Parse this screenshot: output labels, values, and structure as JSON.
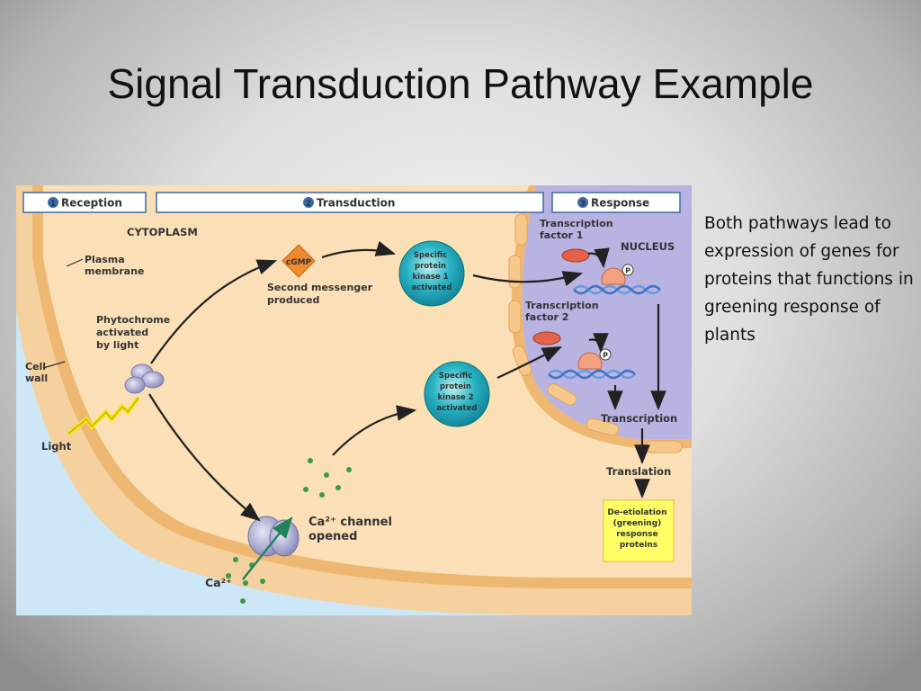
{
  "slide": {
    "title": "Signal Transduction Pathway Example",
    "side_text": "Both pathways lead to expression of genes for proteins that functions in greening response of plants"
  },
  "diagram": {
    "stages": {
      "reception": "Reception",
      "transduction": "Transduction",
      "response": "Response",
      "reception_num": "1",
      "transduction_num": "2",
      "response_num": "3"
    },
    "labels": {
      "cytoplasm": "CYTOPLASM",
      "nucleus": "NUCLEUS",
      "plasma_membrane": [
        "Plasma",
        "membrane"
      ],
      "cell_wall": [
        "Cell",
        "wall"
      ],
      "phytochrome": [
        "Phytochrome",
        "activated",
        "by light"
      ],
      "light": "Light",
      "cgmp": "cGMP",
      "second_messenger": [
        "Second messenger",
        "produced"
      ],
      "kinase1": [
        "Specific",
        "protein",
        "kinase 1",
        "activated"
      ],
      "kinase2": [
        "Specific",
        "protein",
        "kinase 2",
        "activated"
      ],
      "tf1": [
        "Transcription",
        "factor 1"
      ],
      "tf2": [
        "Transcription",
        "factor 2"
      ],
      "p_marker": "P",
      "transcription": "Transcription",
      "translation": "Translation",
      "ca_channel": [
        "Ca²⁺ channel",
        "opened"
      ],
      "ca_ion": "Ca²⁺",
      "proteins": [
        "De-etiolation",
        "(greening)",
        "response",
        "proteins"
      ]
    },
    "colors": {
      "cytoplasm": "#fbe0b7",
      "membrane": "#efb872",
      "outside": "#cde7f6",
      "nucleus": "#b9b3e2",
      "kinase": "#27b3c3",
      "kinase_glow": "#f3f39a",
      "cgmp": "#f08a2c",
      "box_fill": "#ffff66",
      "ca_dot": "#3a9a4a",
      "arrow": "#222222"
    }
  }
}
